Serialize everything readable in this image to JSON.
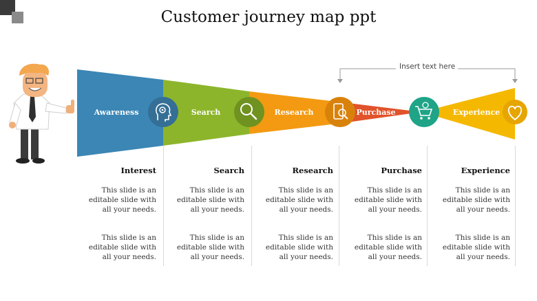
{
  "title": "Customer journey map ppt",
  "insert_text": "Insert text here",
  "stages": [
    {
      "label": "Awareness",
      "color": "#3b86b5",
      "icon": "brain-gear-icon"
    },
    {
      "label": "Search",
      "color": "#8db52b",
      "icon": "magnifier-icon"
    },
    {
      "label": "Research",
      "color": "#f39a12",
      "icon": "phone-search-icon"
    },
    {
      "label": "Purchase",
      "color": "#e1532a",
      "icon": "shopping-cart-icon"
    },
    {
      "label": "Experience",
      "color": "#f5b800",
      "icon": "heart-icon"
    }
  ],
  "columns": [
    {
      "heading": "Interest",
      "text1": "This slide is an editable slide with all your needs.",
      "text2": "This slide is an editable slide with all your needs."
    },
    {
      "heading": "Search",
      "text1": "This slide is an editable slide with all your needs.",
      "text2": "This slide is an editable slide with all your needs."
    },
    {
      "heading": "Research",
      "text1": "This slide is an editable slide with all your needs.",
      "text2": "This slide is an editable slide with all your needs."
    },
    {
      "heading": "Purchase",
      "text1": "This slide is an editable slide with all your needs.",
      "text2": "This slide is an editable slide with all your needs."
    },
    {
      "heading": "Experience",
      "text1": "This slide is an editable slide with all your needs.",
      "text2": "This slide is an editable slide with all your needs."
    }
  ]
}
